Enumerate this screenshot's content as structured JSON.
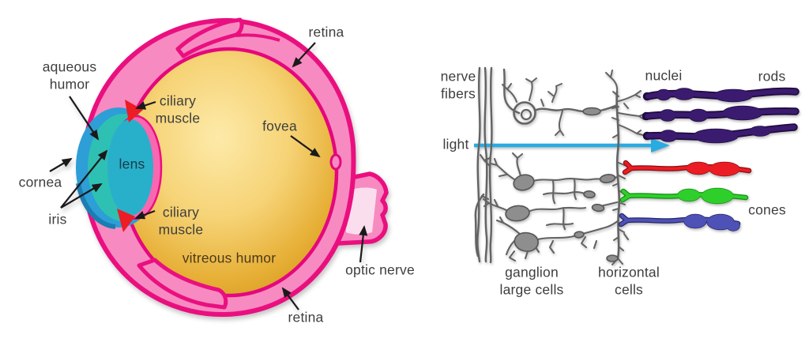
{
  "figure": {
    "description": "Anatomy of the human eye (left) and structure of retinal cells (right)",
    "background": "#ffffff",
    "text_color": "#3e3e3e"
  },
  "eye": {
    "labels": {
      "aqueous_humor": [
        "aqueous",
        "humor"
      ],
      "retina_top": "retina",
      "ciliary_muscle_top": [
        "ciliary",
        "muscle"
      ],
      "fovea": "fovea",
      "cornea": "cornea",
      "lens": "lens",
      "iris": "iris",
      "ciliary_muscle_bottom": [
        "ciliary",
        "muscle"
      ],
      "vitreous_humor": "vitreous humor",
      "retina_bottom": "retina",
      "optic_nerve": "optic nerve"
    },
    "colors": {
      "sclera_outline": "#ea0f7f",
      "sclera_fill": "#f78bc1",
      "retina_line": "#e5077c",
      "vitreous_center": "#fdeaa9",
      "vitreous_edge": "#d0921b",
      "cornea_blue": "#2d9ed6",
      "cornea_shade": "#1b7db2",
      "aqueous_teal": "#2fc0b4",
      "lens_cyan": "#28b0cb",
      "ciliary_red": "#ee1c25",
      "optic_nerve_inner": "#fbdeee",
      "arrow_black": "#1a1a1a"
    }
  },
  "retina_cells": {
    "labels": {
      "nerve_fibers": [
        "nerve",
        "fibers"
      ],
      "light": "light",
      "nuclei": "nuclei",
      "rods": "rods",
      "cones": "cones",
      "ganglion_large_cells": [
        "ganglion",
        "large cells"
      ],
      "horizontal_cells": [
        "horizontal",
        "cells"
      ]
    },
    "colors": {
      "neuron_line": "#636363",
      "neuron_fill": "#8e8e8e",
      "rod_purple": "#3b1b70",
      "rod_outline": "#1f0b3e",
      "cone_red": "#ec1c24",
      "cone_green": "#2ecf2a",
      "cone_blue": "#4e51b6",
      "light_arrow_blue": "#29abe2"
    }
  }
}
